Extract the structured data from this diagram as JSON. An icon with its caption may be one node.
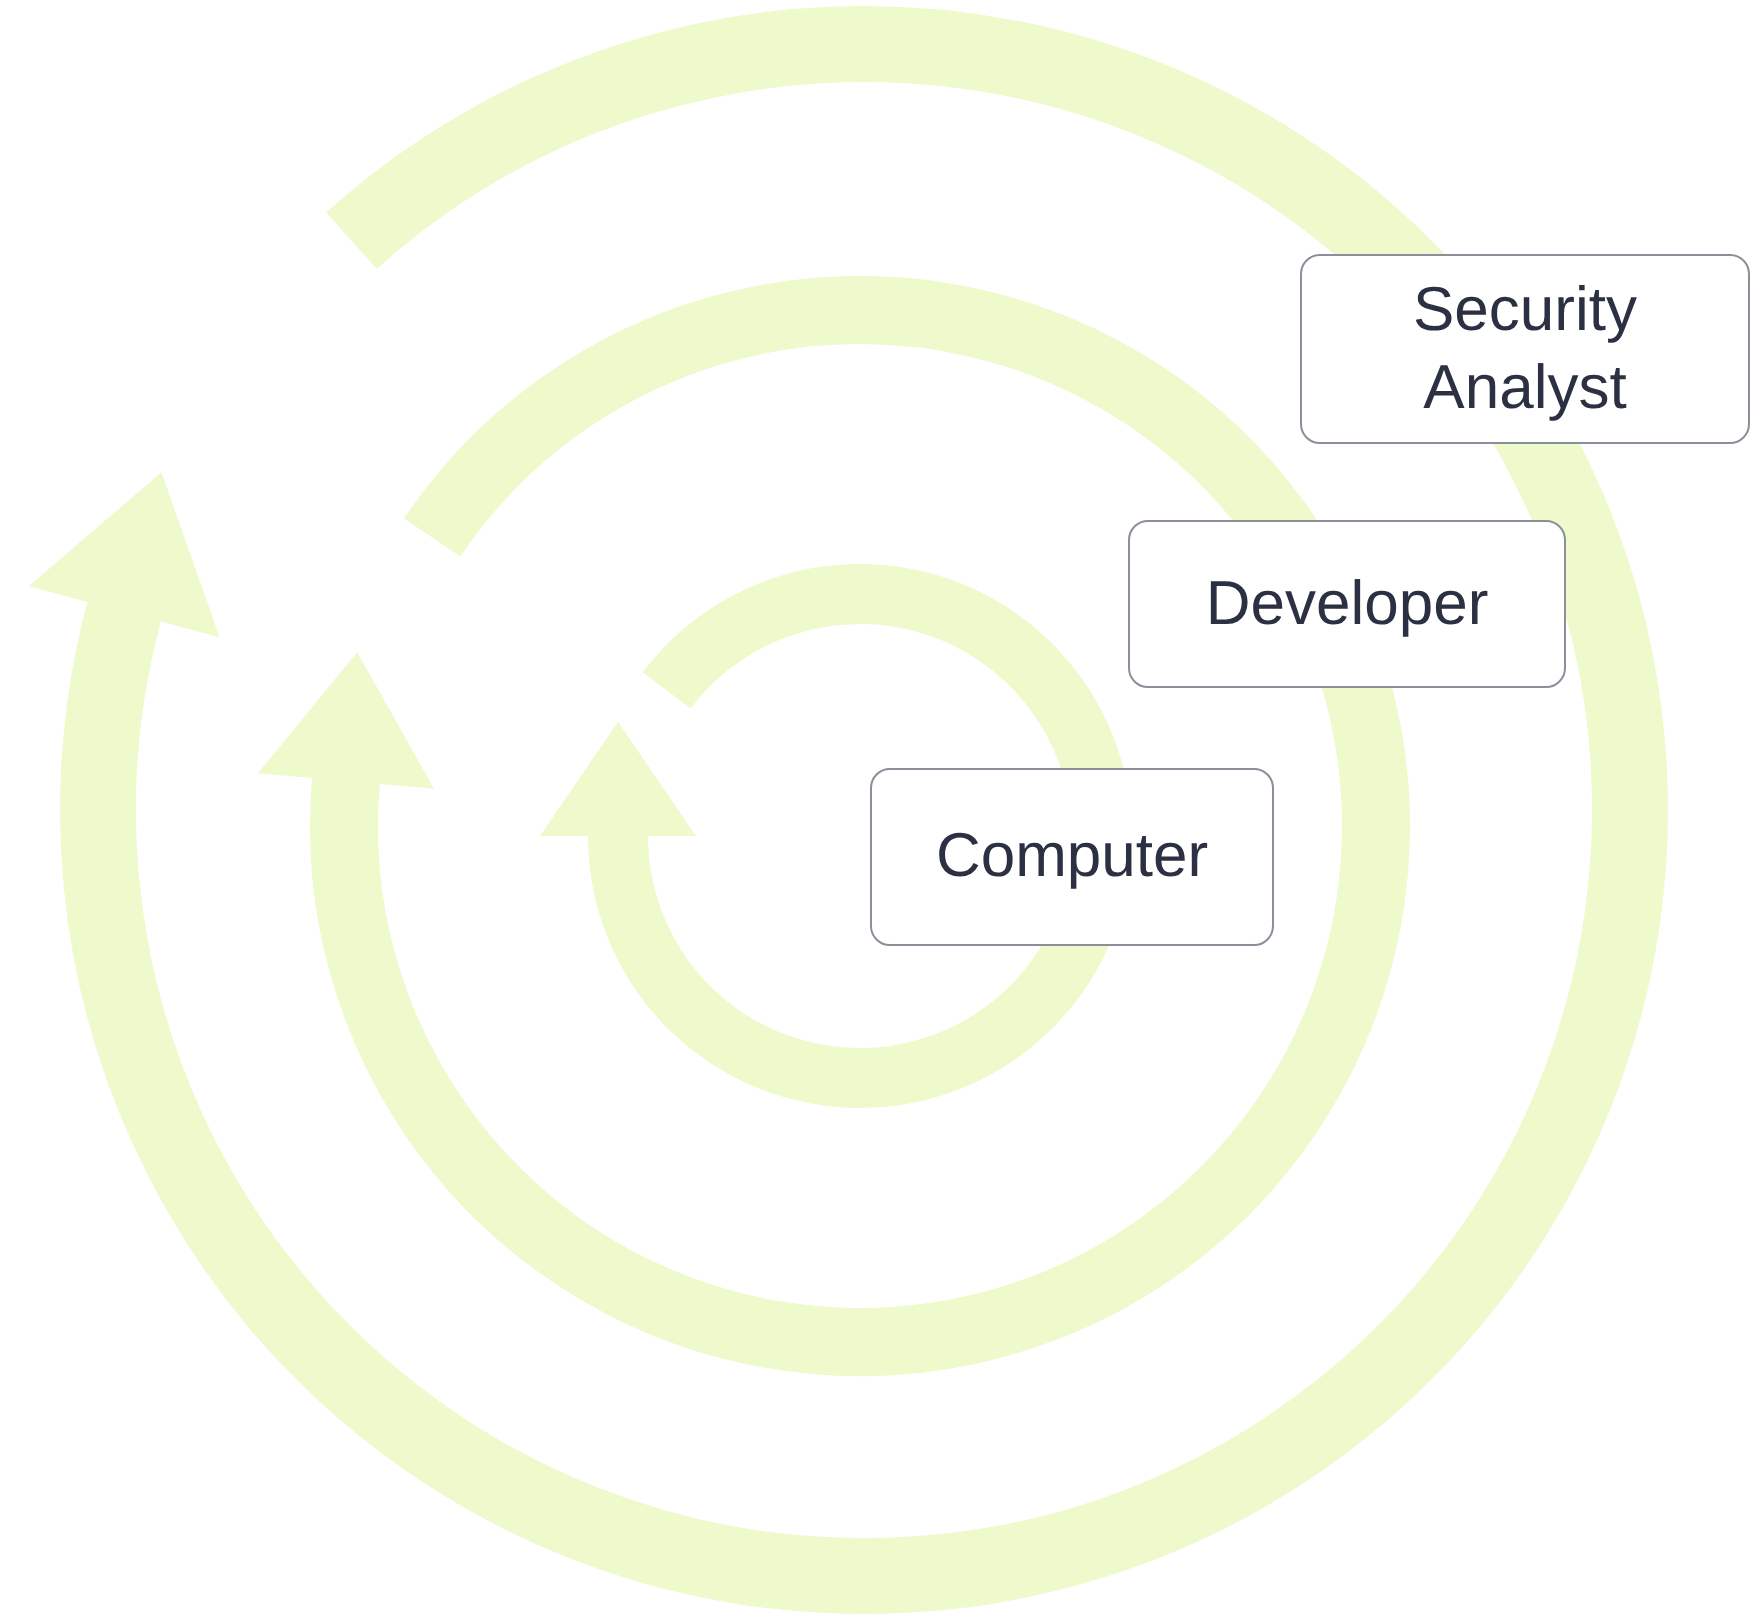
{
  "diagram": {
    "nodes": [
      {
        "text": [
          "Security Analyst"
        ]
      },
      {
        "text": [
          "Developer"
        ]
      },
      {
        "text": [
          "Computer"
        ]
      }
    ]
  }
}
